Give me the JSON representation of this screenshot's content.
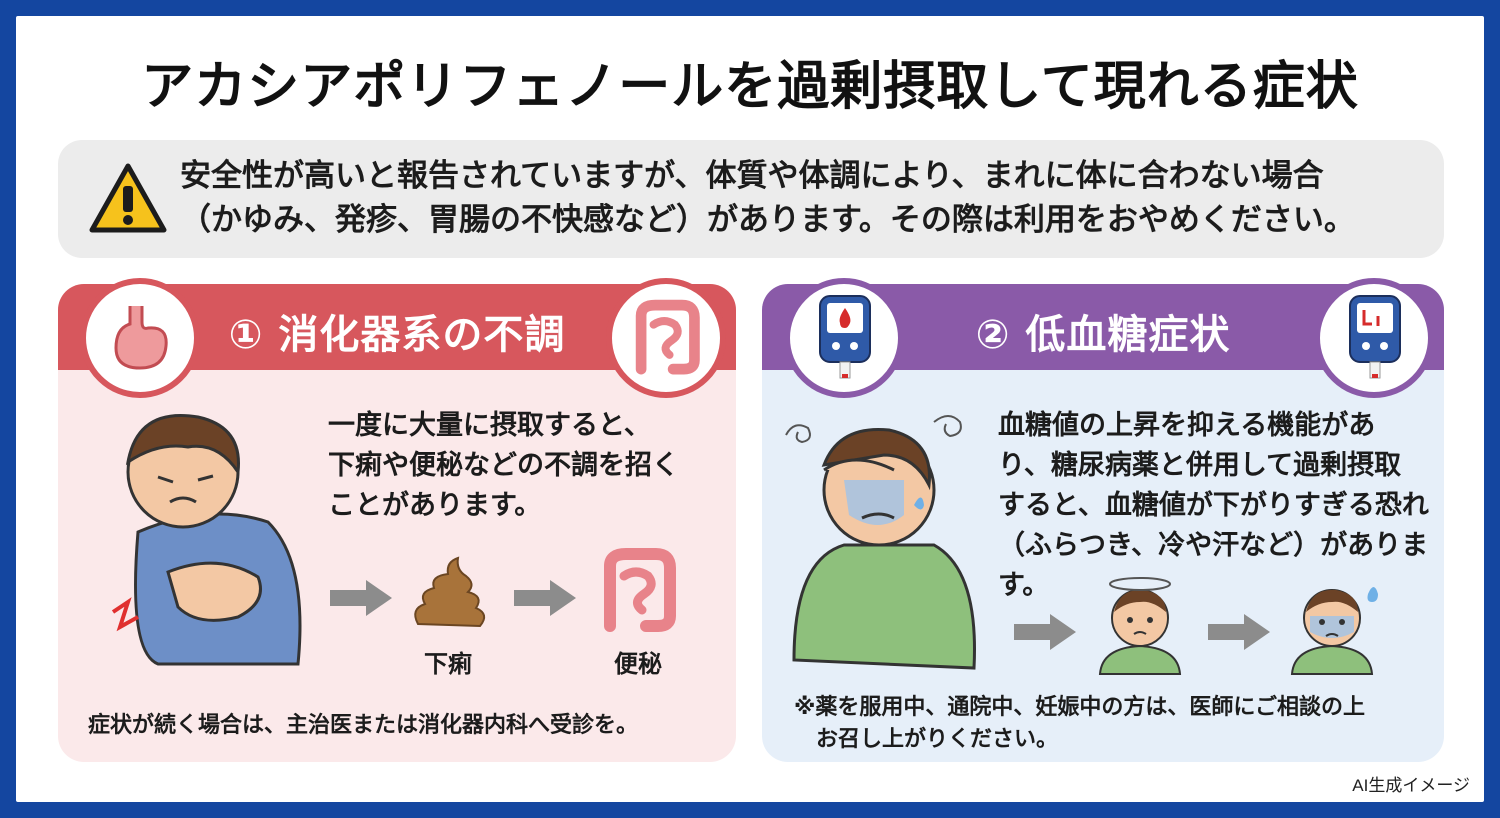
{
  "title": "アカシアポリフェノールを過剰摂取して現れる症状",
  "warning": {
    "icon": "warning-icon",
    "line1": "安全性が高いと報告されていますが、体質や体調により、まれに体に合わない場合",
    "line2": "（かゆみ、発疹、胃腸の不快感など）があります。その際は利用をおやめください。"
  },
  "panel_digestive": {
    "title": "① 消化器系の不調",
    "color": "#d7575d",
    "desc_lines": [
      "一度に大量に摂取すると、",
      "下痢や便秘などの不調を招く",
      "ことがあります。"
    ],
    "flow_labels": [
      "下痢",
      "便秘"
    ],
    "note": "症状が続く場合は、主治医または消化器内科へ受診を。",
    "icons": [
      "stomach-icon",
      "intestine-icon",
      "stomach-ache-person",
      "stool-icon",
      "intestine-icon"
    ]
  },
  "panel_hypoglycemia": {
    "title": "② 低血糖症状",
    "color": "#8a5aa8",
    "desc_lines": [
      "血糖値の上昇を抑える機能があ",
      "り、糖尿病薬と併用して過剰摂取",
      "すると、血糖値が下がりすぎる恐れ",
      "（ふらつき、冷や汗など）があります。"
    ],
    "note_lines": [
      "※薬を服用中、通院中、妊娠中の方は、医師にご相談の上",
      "お召し上がりください。"
    ],
    "icons": [
      "glucose-meter-icon",
      "glucose-meter-low-icon",
      "dizzy-person",
      "dizzy-face",
      "sweating-face"
    ]
  },
  "credit": "AI生成イメージ"
}
